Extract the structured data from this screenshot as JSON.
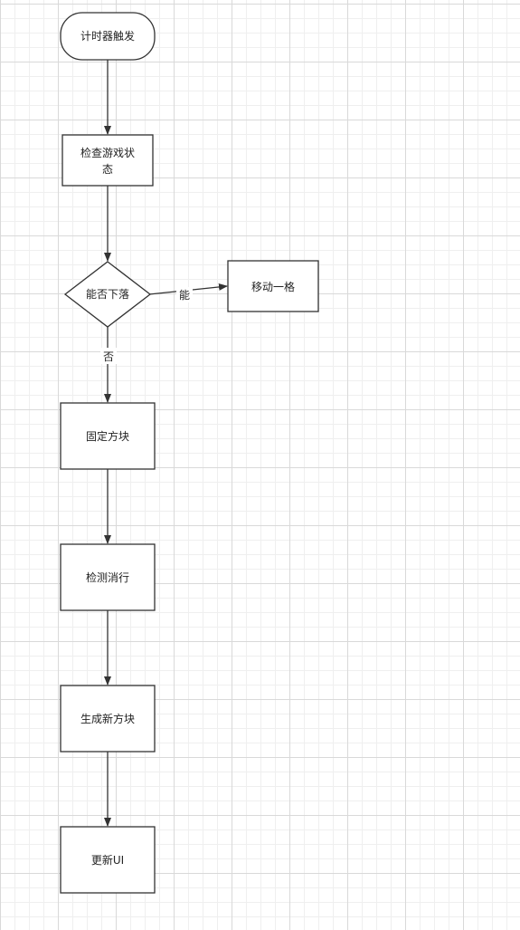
{
  "nodes": {
    "start": "计时器触发",
    "check_line1": "检查游戏状",
    "check_line2": "态",
    "can_fall": "能否下落",
    "move_one": "移动一格",
    "fix_block": "固定方块",
    "detect_clear": "检测消行",
    "spawn_block": "生成新方块",
    "update_ui": "更新UI"
  },
  "edge_labels": {
    "yes": "能",
    "no": "否"
  },
  "colors": {
    "stroke": "#333333",
    "fill": "#ffffff",
    "text": "#222222"
  }
}
